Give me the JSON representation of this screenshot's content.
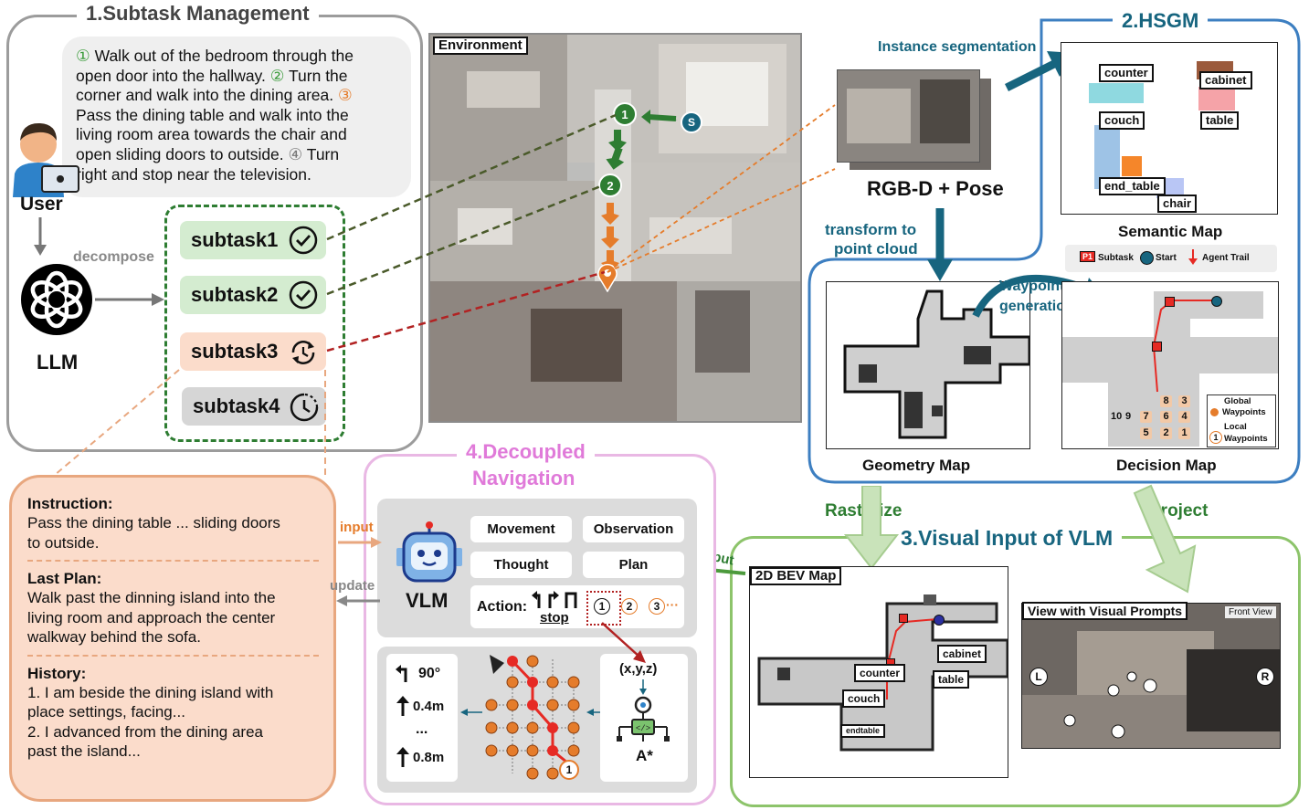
{
  "panel1": {
    "title": "1.Subtask Management",
    "instruction_lines": [
      "Walk out of the bedroom through the",
      "open door into the hallway.",
      "Turn the",
      "corner and walk into the dining area.",
      "Pass the dining table and walk into the",
      "living room area towards the chair and",
      "open sliding doors to outside.",
      "Turn",
      "right and stop near the television."
    ],
    "markers": [
      "①",
      "②",
      "③",
      "④"
    ],
    "user_label": "User",
    "decompose_label": "decompose",
    "llm_label": "LLM",
    "subtasks": [
      "subtask1",
      "subtask2",
      "subtask3",
      "subtask4"
    ]
  },
  "environment": {
    "label": "Environment",
    "start_marker": "S",
    "wp1": "1",
    "wp2": "2"
  },
  "panel2": {
    "title": "2.HSGM",
    "instance_seg": "Instance segmentation",
    "rgbd": "RGB-D + Pose",
    "transform": [
      "transform to",
      "point cloud"
    ],
    "semantic_map_label": "Semantic Map",
    "sem_tags": [
      "counter",
      "cabinet",
      "couch",
      "table",
      "end_table",
      "chair"
    ],
    "legend": {
      "subtask_icon": "P1",
      "subtask": "Subtask",
      "start": "Start",
      "trail": "Agent Trail"
    },
    "waypoint_gen": [
      "Waypoint",
      "generation"
    ],
    "geometry_map": "Geometry Map",
    "decision_map": "Decision Map",
    "decision_legend": {
      "global": "Global",
      "global2": "Waypoints",
      "local": "Local",
      "local_num": "1",
      "local2": "Waypoints"
    },
    "decision_numbers": [
      "8",
      "3",
      "10",
      "9",
      "7",
      "6",
      "4",
      "2",
      "5",
      "1"
    ]
  },
  "panel3": {
    "title": "3.Visual Input of VLM",
    "rasterize": "Rasterize",
    "project": "Project",
    "input": "input",
    "bev_label": "2D BEV Map",
    "bev_tags": [
      "cabinet",
      "counter",
      "table",
      "couch",
      "endtable"
    ],
    "view_label": "View with Visual Prompts",
    "front_view": "Front View",
    "view_L": "L",
    "view_R": "R"
  },
  "panel4": {
    "title": [
      "4.Decoupled",
      "Navigation"
    ],
    "vlm": "VLM",
    "buttons": [
      "Movement",
      "Observation",
      "Thought",
      "Plan"
    ],
    "action_label": "Action:",
    "stop": "stop",
    "options": [
      "1",
      "2",
      "3"
    ],
    "ellipsis": "···",
    "xyz": "(x,y,z)",
    "astar": "A*",
    "moves": [
      "90°",
      "0.4m",
      "...",
      "0.8m"
    ],
    "goal_num": "1"
  },
  "info": {
    "input_label": "input",
    "update_label": "update",
    "instruction_head": "Instruction:",
    "instruction_lines": [
      "Pass the dining table ... sliding doors",
      "to outside."
    ],
    "plan_head": "Last Plan:",
    "plan_lines": [
      "Walk past the dinning island into the",
      "living room and approach the center",
      "walkway behind the sofa."
    ],
    "history_head": "History:",
    "history_lines": [
      "1. I am beside the dining island with",
      "place settings, facing...",
      "2. I advanced from the dining area",
      "past the island..."
    ]
  },
  "colors": {
    "green_done": "#d4ecd0",
    "orange_now": "#fbdccb",
    "gray_todo": "#d6d6d6",
    "hsgm_blue": "#3d7fc1",
    "visual_green": "#8dc46b",
    "decouple_pink": "#e9b8e4",
    "info_fill": "#fbdccb",
    "info_border": "#e8a77f",
    "title_blue": "#17657f",
    "orange_wp": "#e57c2b",
    "red_path": "#e62a24"
  }
}
